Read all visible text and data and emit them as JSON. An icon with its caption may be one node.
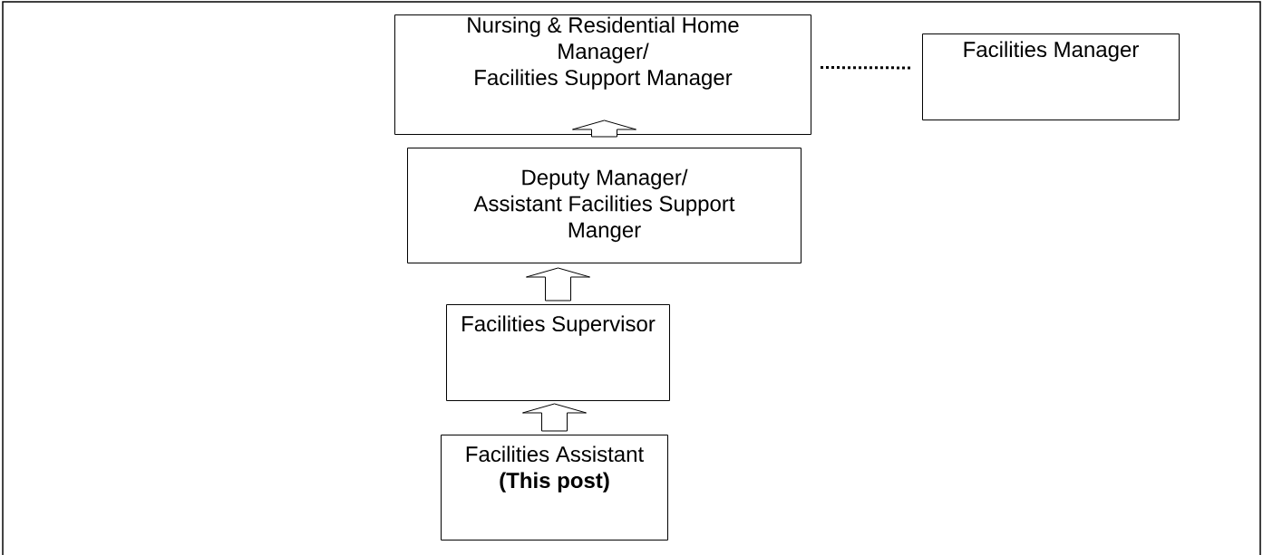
{
  "diagram": {
    "nodes": [
      {
        "text": [
          "Nursing & Residential Home Manager/",
          "Facilities Support Manager"
        ]
      },
      {
        "text": [
          "Facilities Manager"
        ]
      },
      {
        "text": [
          "Deputy Manager/",
          "Assistant Facilities Support Manger"
        ]
      },
      {
        "text": [
          "Facilities Supervisor"
        ]
      },
      {
        "text": [
          "Facilities Assistant",
          "(This post)"
        ]
      }
    ],
    "edges": [
      {
        "from": 2,
        "to": 0,
        "arrow": "to"
      },
      {
        "from": 3,
        "to": 2,
        "arrow": "to"
      },
      {
        "from": 4,
        "to": 3,
        "arrow": "to"
      },
      {
        "from": 0,
        "to": 1,
        "arrow": "none",
        "style": "dashed"
      }
    ]
  }
}
